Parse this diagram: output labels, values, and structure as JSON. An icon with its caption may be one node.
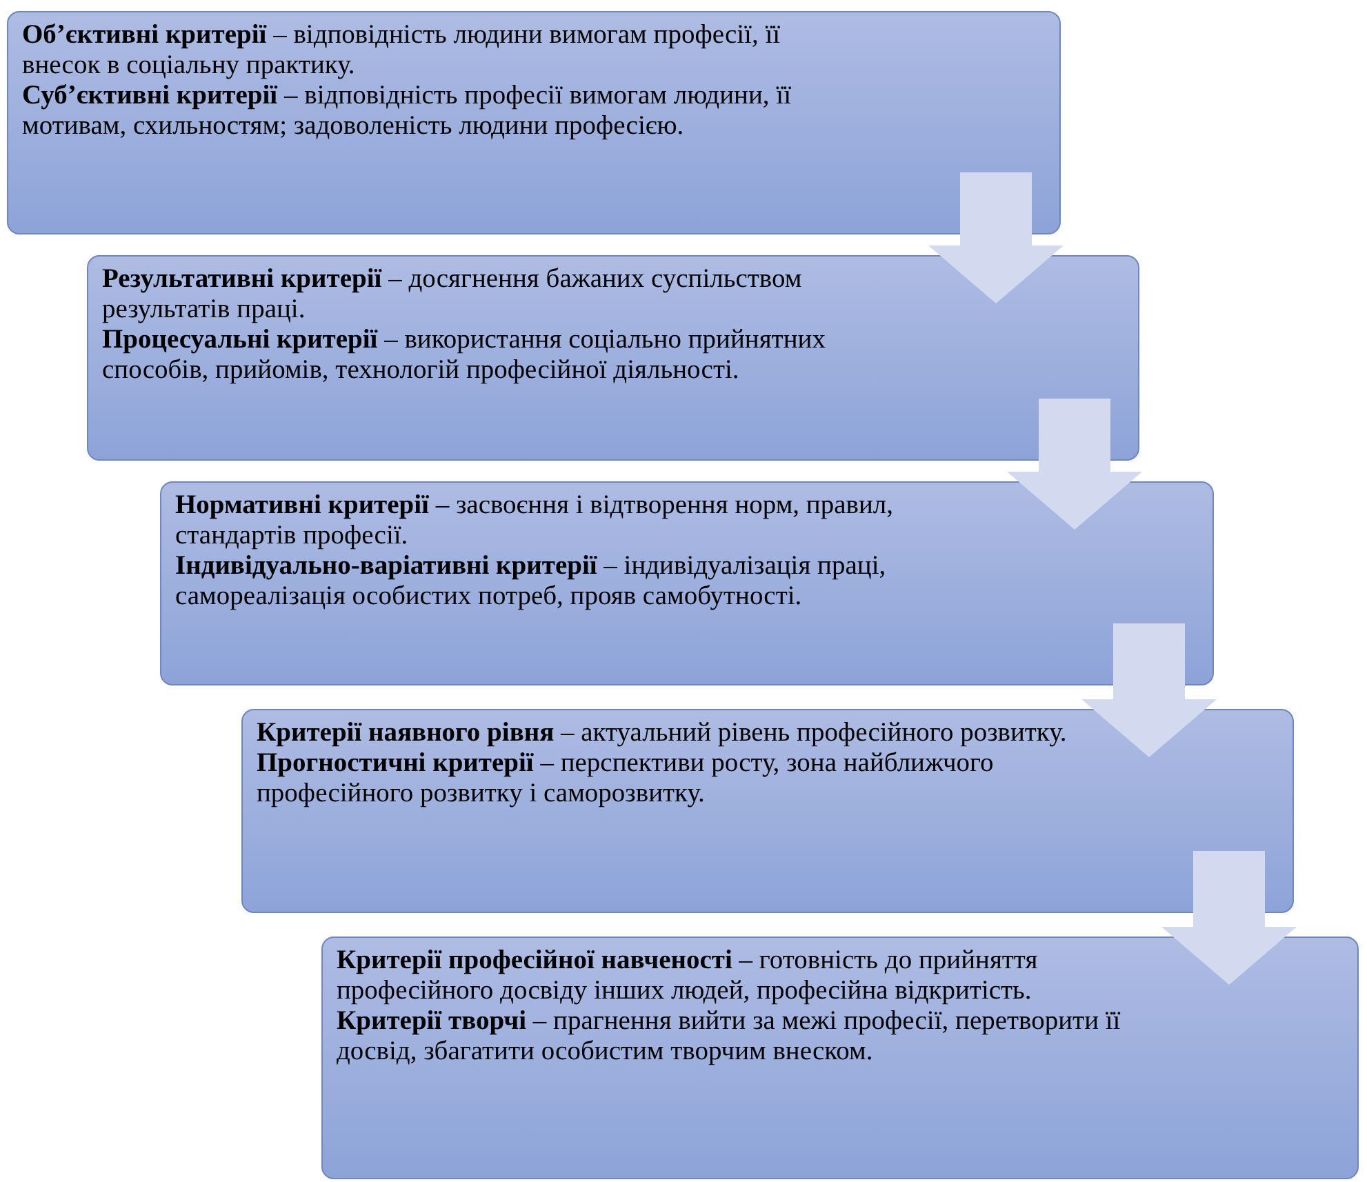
{
  "diagram": {
    "nodes": [
      {
        "text": [
          "**Об’єктивні критерії** – відповідність людини вимогам професії, її внесок в соціальну практику.",
          "**Суб’єктивні критерії** – відповідність професії вимогам людини, її мотивам, схильностям; задоволеність людини професією."
        ]
      },
      {
        "text": [
          "**Результативні критерії** – досягнення бажаних суспільством результатів праці.",
          "**Процесуальні критерії** – використання соціально прийнятних способів, прийомів, технологій професійної діяльності."
        ]
      },
      {
        "text": [
          "**Нормативні критерії** – засвоєння і відтворення норм, правил, стандартів професії.",
          "**Індивідуально-варіативні критерії** – індивідуалізація праці, самореалізація особистих потреб, прояв самобутності."
        ]
      },
      {
        "text": [
          "**Критерії наявного рівня** – актуальний рівень професійного розвитку.",
          "**Прогностичні критерії** – перспективи росту, зона найближчого професійного розвитку і саморозвитку."
        ]
      },
      {
        "text": [
          "**Критерії професійної навченості** – готовність до прийняття професійного досвіду інших людей, професійна відкритість.",
          "**Критерії творчі** – прагнення вийти за межі професії, перетворити її досвід, збагатити особистим творчим внеском."
        ]
      }
    ],
    "edges": [
      {
        "from": 0,
        "to": 1,
        "arrow": "to"
      },
      {
        "from": 1,
        "to": 2,
        "arrow": "to"
      },
      {
        "from": 2,
        "to": 3,
        "arrow": "to"
      },
      {
        "from": 3,
        "to": 4,
        "arrow": "to"
      }
    ]
  }
}
